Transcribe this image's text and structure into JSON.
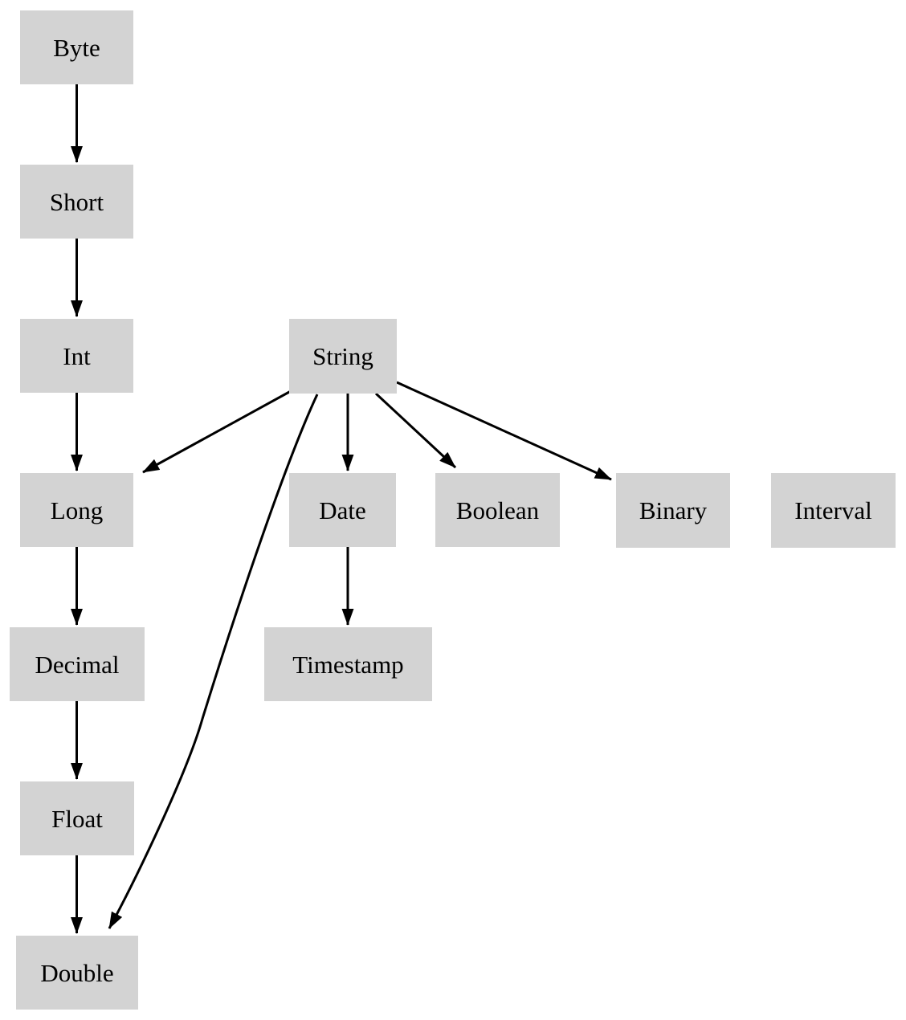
{
  "diagram": {
    "kind": "directed-graph",
    "colors": {
      "node_fill": "#d3d3d3",
      "edge": "#000000",
      "text": "#000000",
      "background": "#ffffff"
    },
    "nodes": [
      {
        "id": "byte",
        "label": "Byte"
      },
      {
        "id": "short",
        "label": "Short"
      },
      {
        "id": "int",
        "label": "Int"
      },
      {
        "id": "string",
        "label": "String"
      },
      {
        "id": "long",
        "label": "Long"
      },
      {
        "id": "date",
        "label": "Date"
      },
      {
        "id": "boolean",
        "label": "Boolean"
      },
      {
        "id": "binary",
        "label": "Binary"
      },
      {
        "id": "interval",
        "label": "Interval"
      },
      {
        "id": "decimal",
        "label": "Decimal"
      },
      {
        "id": "timestamp",
        "label": "Timestamp"
      },
      {
        "id": "float",
        "label": "Float"
      },
      {
        "id": "double",
        "label": "Double"
      }
    ],
    "edges": [
      {
        "from": "Byte",
        "to": "Short"
      },
      {
        "from": "Short",
        "to": "Int"
      },
      {
        "from": "Int",
        "to": "Long"
      },
      {
        "from": "String",
        "to": "Long"
      },
      {
        "from": "String",
        "to": "Date"
      },
      {
        "from": "String",
        "to": "Boolean"
      },
      {
        "from": "String",
        "to": "Binary"
      },
      {
        "from": "String",
        "to": "Double"
      },
      {
        "from": "Long",
        "to": "Decimal"
      },
      {
        "from": "Date",
        "to": "Timestamp"
      },
      {
        "from": "Decimal",
        "to": "Float"
      },
      {
        "from": "Float",
        "to": "Double"
      }
    ]
  }
}
